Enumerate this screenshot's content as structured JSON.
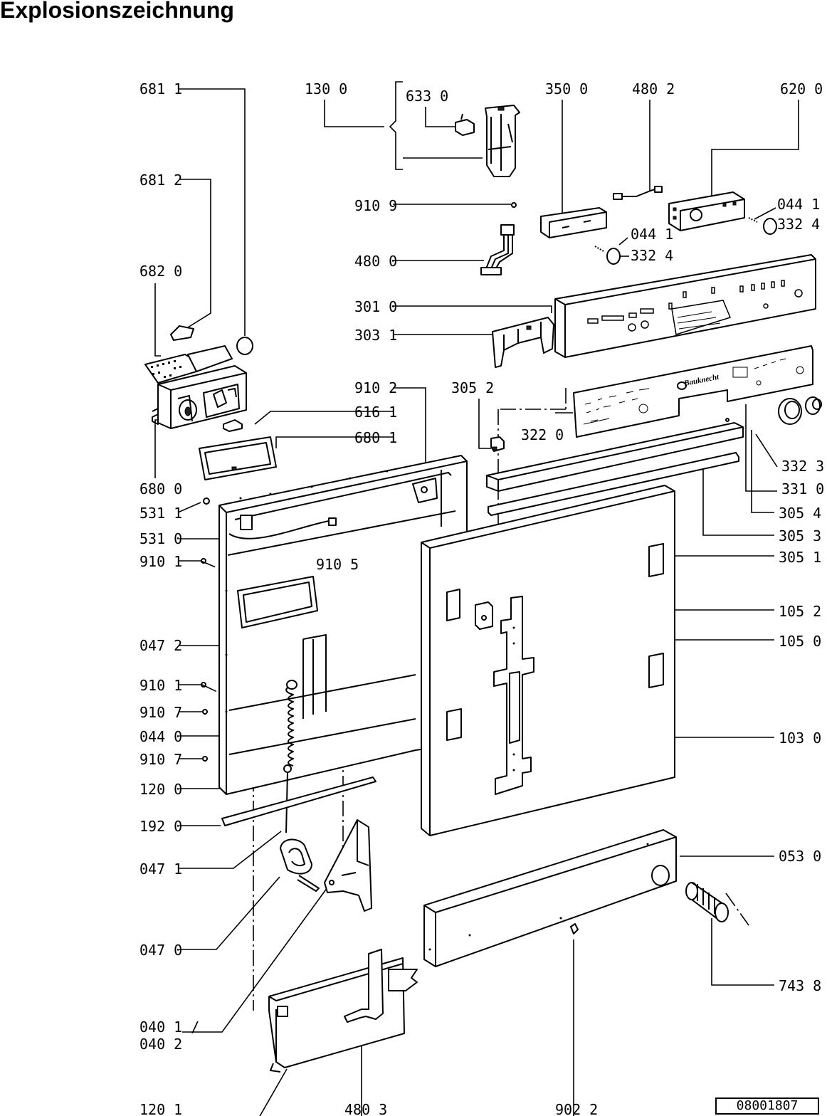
{
  "title": "Explosionszeichnung",
  "document_number": "08001807",
  "brand_logo_text": "Bauknecht",
  "labels": {
    "p6811": "681 1",
    "p1300": "130 0",
    "p6330": "633 0",
    "p3500": "350 0",
    "p4802": "480 2",
    "p6200": "620 0",
    "p6812": "681 2",
    "p9109": "910 9",
    "p0441a": "044 1",
    "p3324a": "332 4",
    "p4800": "480 0",
    "p0441b": "044 1",
    "p3324b": "332 4",
    "p6820": "682 0",
    "p3010": "301 0",
    "p3031": "303 1",
    "p9102": "910 2",
    "p3052": "305 2",
    "p6161": "616 1",
    "p6801": "680 1",
    "p3220": "322 0",
    "p3323": "332 3",
    "p6800": "680 0",
    "p3310": "331 0",
    "p5311": "531 1",
    "p3054": "305 4",
    "p5310": "531 0",
    "p3053": "305 3",
    "p9101a": "910 1",
    "p9105": "910 5",
    "p3051": "305 1",
    "p1052": "105 2",
    "p0472": "047 2",
    "p1050": "105 0",
    "p9101b": "910 1",
    "p9107a": "910 7",
    "p0440": "044 0",
    "p1030": "103 0",
    "p9107b": "910 7",
    "p1200": "120 0",
    "p1920": "192 0",
    "p0471": "047 1",
    "p0530": "053 0",
    "p0470": "047 0",
    "p7438": "743 8",
    "p0401": "040 1 /",
    "p0402": "040 2",
    "p1201": "120 1",
    "p4803": "480 3",
    "p9022": "902 2"
  }
}
